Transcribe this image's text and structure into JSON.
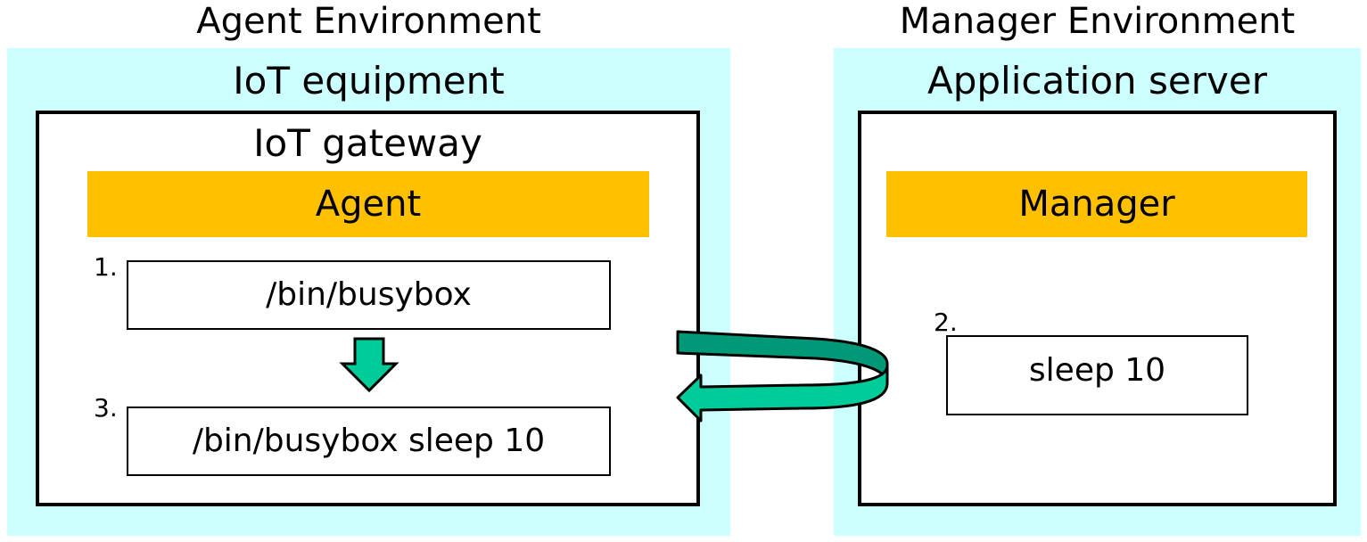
{
  "environments": {
    "agent": {
      "title": "Agent Environment",
      "panel_title": "IoT equipment",
      "device_title": "IoT gateway",
      "role_label": "Agent"
    },
    "manager": {
      "title": "Manager Environment",
      "panel_title": "Application server",
      "role_label": "Manager"
    }
  },
  "steps": [
    {
      "number": "1.",
      "command": "/bin/busybox"
    },
    {
      "number": "2.",
      "command": "sleep 10"
    },
    {
      "number": "3.",
      "command": "/bin/busybox sleep 10"
    }
  ],
  "colors": {
    "panel_background": "#ccffff",
    "role_bar": "#ffc000",
    "arrow_fill": "#00cc99",
    "arrow_fill_dark": "#009977",
    "box_border": "#000000"
  },
  "icons": {
    "down_arrow": "down-arrow-icon",
    "return_arrow": "curved-return-arrow-icon"
  }
}
